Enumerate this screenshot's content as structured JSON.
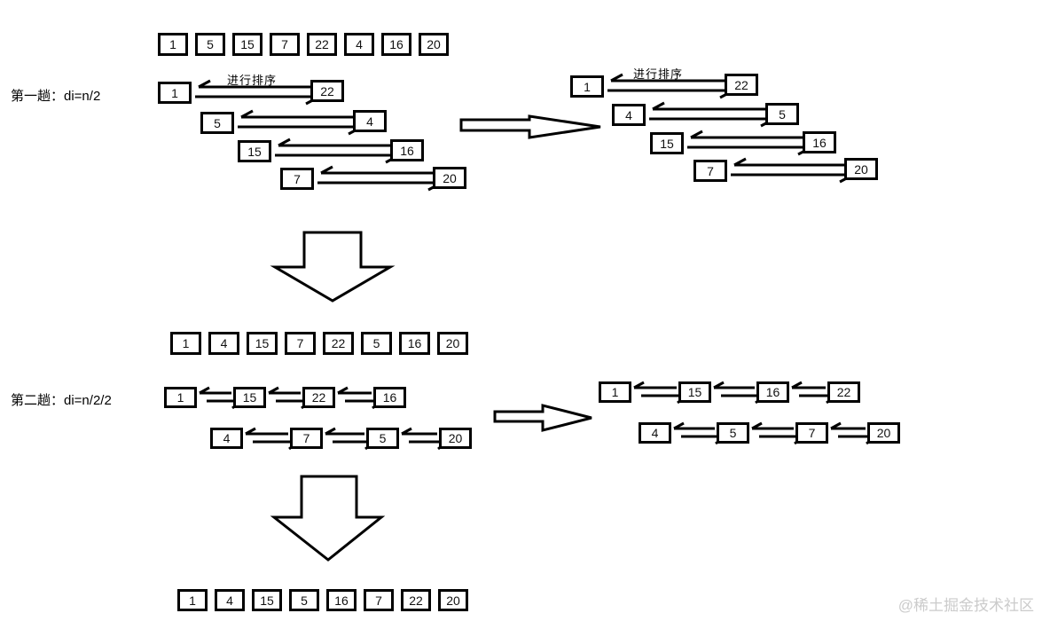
{
  "watermark": "@稀土掘金技术社区",
  "labels": {
    "pass1": "第一趟：di=n/2",
    "pass2": "第二趟：di=n/2/2",
    "sort_hint": "进行排序"
  },
  "arrays": {
    "initial": [
      "1",
      "5",
      "15",
      "7",
      "22",
      "4",
      "16",
      "20"
    ],
    "after_pass1": [
      "1",
      "4",
      "15",
      "7",
      "22",
      "5",
      "16",
      "20"
    ],
    "final": [
      "1",
      "4",
      "15",
      "5",
      "16",
      "7",
      "22",
      "20"
    ]
  },
  "pass1": {
    "left_pairs": [
      [
        "1",
        "22"
      ],
      [
        "5",
        "4"
      ],
      [
        "15",
        "16"
      ],
      [
        "7",
        "20"
      ]
    ],
    "right_pairs": [
      [
        "1",
        "22"
      ],
      [
        "4",
        "5"
      ],
      [
        "15",
        "16"
      ],
      [
        "7",
        "20"
      ]
    ]
  },
  "pass2": {
    "left_chains": [
      [
        "1",
        "15",
        "22",
        "16"
      ],
      [
        "4",
        "7",
        "5",
        "20"
      ]
    ],
    "right_chains": [
      [
        "1",
        "15",
        "16",
        "22"
      ],
      [
        "4",
        "5",
        "7",
        "20"
      ]
    ]
  },
  "colors": {
    "ink": "#000000",
    "watermark": "#cbcbcb",
    "background": "#ffffff"
  }
}
